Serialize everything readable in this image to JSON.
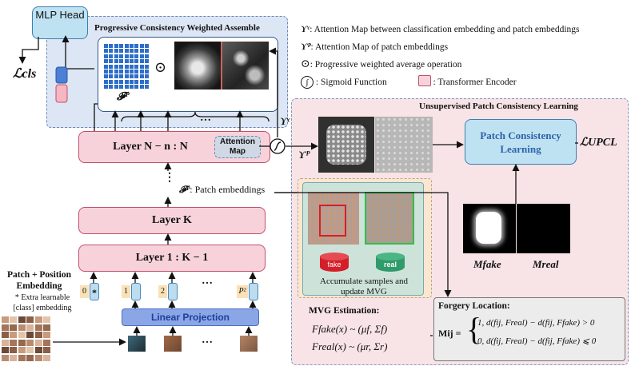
{
  "head": {
    "label": "MLP Head"
  },
  "loss_cls": "ℒcls",
  "pcwa": {
    "title": "Progressive Consistency Weighted Assemble",
    "fp_label": "𝓕ᴾ",
    "op_symbol": "⊙",
    "dots": "…"
  },
  "legend": {
    "yc_symbol": "ϒᶜ",
    "yc_text": ": Attention Map between classification embedding and patch embeddings",
    "yp_symbol": "ϒᴾ",
    "yp_text": ": Attention Map of patch embeddings",
    "odot_symbol": "⊙",
    "odot_text": ": Progressive weighted average operation",
    "sig_symbol": "ʃ",
    "sig_text": ": Sigmoid Function",
    "te_text": ": Transformer Encoder"
  },
  "upcl": {
    "title": "Unsupervised Patch Consistency Learning",
    "yp_label": "ϒᴾ",
    "yc_label": "ϒᶜ",
    "pcl_label": "Patch Consistency Learning",
    "loss": "ℒUPCL",
    "m_fake": "Mfake",
    "m_real": "Mreal"
  },
  "layers": {
    "top": "Layer N − n : N",
    "attn_map": "Attention Map",
    "mid": "Layer  K",
    "bottom": "Layer 1 :  K − 1",
    "vdots": "⋮"
  },
  "patch_emb": {
    "symbol": "𝓕ᴾ",
    "text": ": Patch embeddings"
  },
  "mvg": {
    "fake_label": "fake",
    "real_label": "real",
    "accumulate": "Accumulate samples and update  MVG",
    "title": "MVG Estimation:",
    "eq_fake": "Ffake(x) ~ (μf, Σf)",
    "eq_real": "Freal(x) ~ (μr, Σr)"
  },
  "forgery": {
    "title": "Forgery Location:",
    "lhs": "Mij =",
    "case1": "1, d(fij, Freal) − d(fij, Ffake) > 0",
    "case2": "0, d(fij, Freal) − d(fij, Ffake) ⩽ 0"
  },
  "embedding": {
    "title_line1": "Patch + Position",
    "title_line2": "Embedding",
    "note_line1": "* Extra learnable",
    "note_line2": "[class] embedding",
    "pos0": "0",
    "class_star": "*",
    "pos1": "1",
    "pos2": "2",
    "posN": "P²",
    "dots": "…"
  },
  "linear_projection": "Linear Projection",
  "colors": {
    "blue_region": "#dde6f4",
    "pink_region": "#f8e3e7",
    "layer_fill": "#f8d2da",
    "cyan": "#bfe2f3",
    "fake_red": "#d41f2a",
    "real_green": "#2f9a6a",
    "linear_proj": "#8aa6e6"
  }
}
